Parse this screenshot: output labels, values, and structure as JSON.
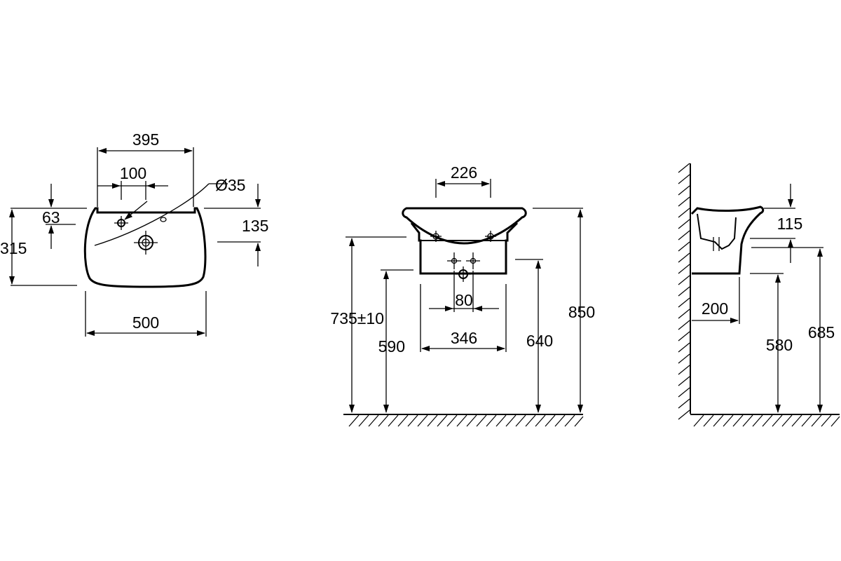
{
  "colors": {
    "line": "#000000",
    "background": "#ffffff"
  },
  "top_view": {
    "dim_395": "395",
    "dim_100": "100",
    "dim_d35": "Ø35",
    "dim_63": "63",
    "dim_135": "135",
    "dim_315": "315",
    "dim_500": "500"
  },
  "front_view": {
    "dim_226": "226",
    "dim_80": "80",
    "dim_346": "346",
    "dim_735": "735±10",
    "dim_590": "590",
    "dim_640": "640",
    "dim_850": "850"
  },
  "side_view": {
    "dim_115": "115",
    "dim_200": "200",
    "dim_580": "580",
    "dim_685": "685"
  }
}
